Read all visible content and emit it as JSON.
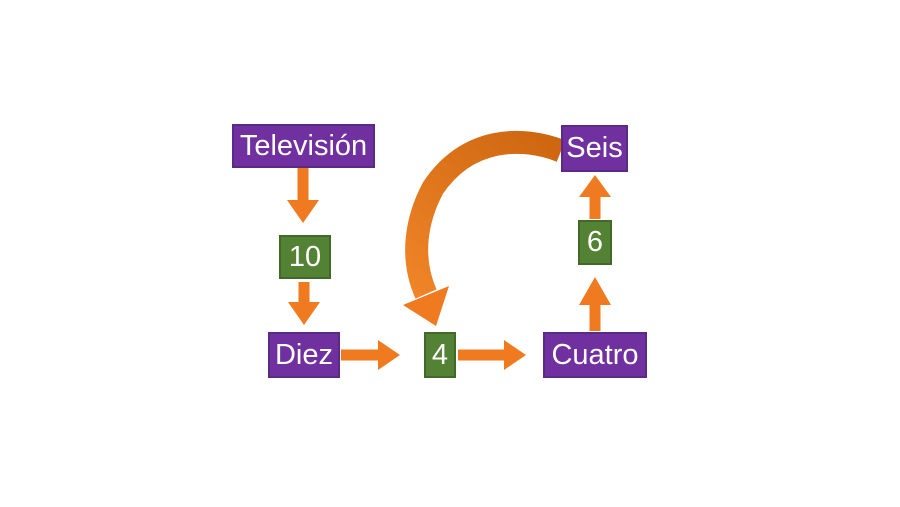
{
  "colors": {
    "background": "#FFFFFF",
    "purple_fill": "#7030A0",
    "purple_border": "#5B2A83",
    "green_fill": "#548235",
    "green_border": "#44672A",
    "arrow_orange": "#F07A20",
    "curved_arrow_dark": "#CC660F",
    "curved_arrow_light": "#F08428",
    "label_text": "#FFFFFF"
  },
  "nodes": [
    {
      "id": "television",
      "label": "Televisión",
      "kind": "word",
      "shape": "purple"
    },
    {
      "id": "ten",
      "label": "10",
      "kind": "number",
      "shape": "green"
    },
    {
      "id": "diez",
      "label": "Diez",
      "kind": "word",
      "shape": "purple"
    },
    {
      "id": "four",
      "label": "4",
      "kind": "number",
      "shape": "green"
    },
    {
      "id": "cuatro",
      "label": "Cuatro",
      "kind": "word",
      "shape": "purple"
    },
    {
      "id": "six",
      "label": "6",
      "kind": "number",
      "shape": "green"
    },
    {
      "id": "seis",
      "label": "Seis",
      "kind": "word",
      "shape": "purple"
    }
  ],
  "edges": [
    {
      "from": "Televisión",
      "to": "10",
      "style": "straight-down"
    },
    {
      "from": "10",
      "to": "Diez",
      "style": "straight-down"
    },
    {
      "from": "Diez",
      "to": "4",
      "style": "straight-right"
    },
    {
      "from": "4",
      "to": "Cuatro",
      "style": "straight-right"
    },
    {
      "from": "Cuatro",
      "to": "6",
      "style": "straight-up"
    },
    {
      "from": "6",
      "to": "Seis",
      "style": "straight-up"
    },
    {
      "from": "Seis",
      "to": "4",
      "style": "curved"
    }
  ]
}
